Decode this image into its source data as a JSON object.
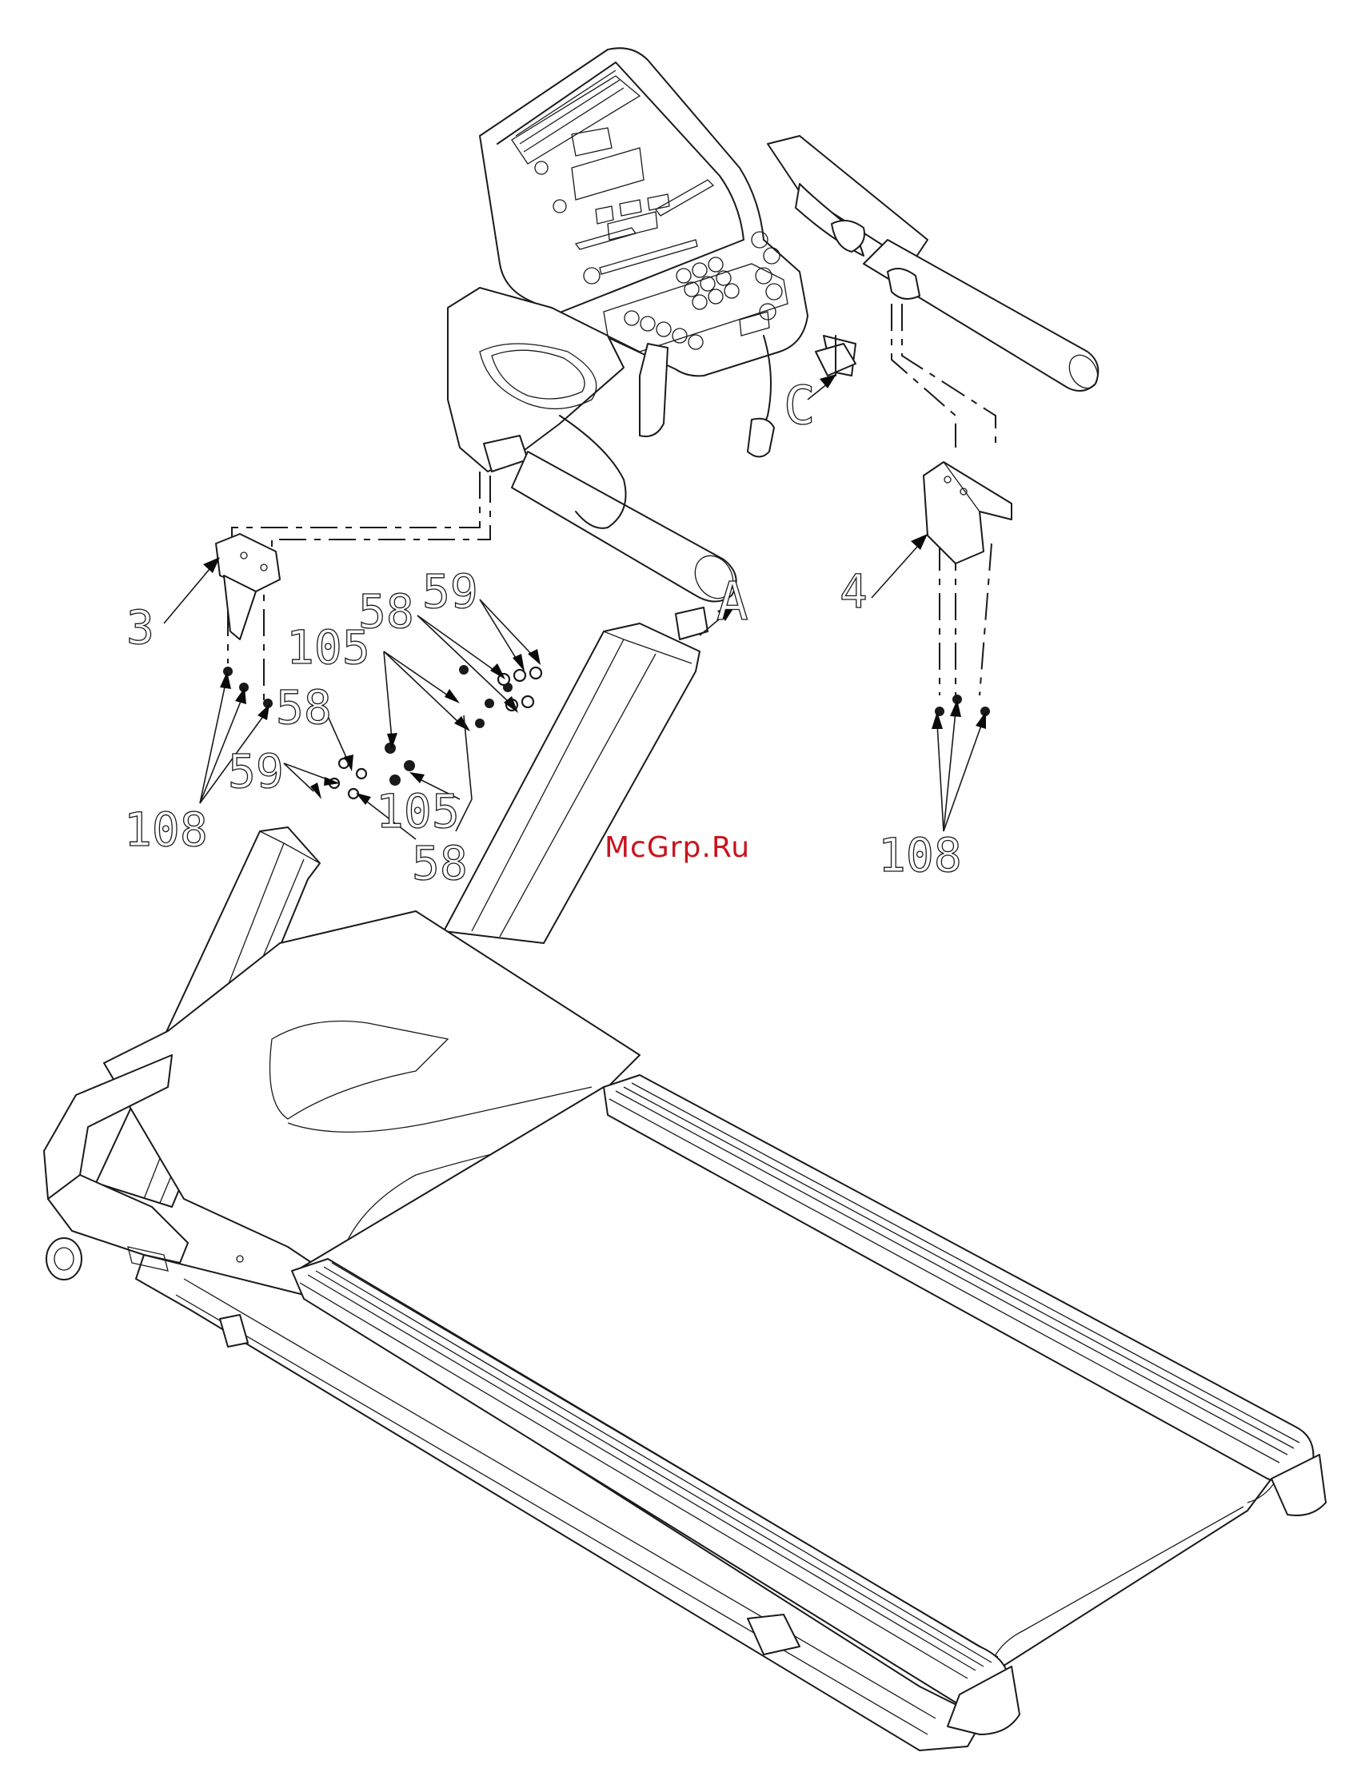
{
  "diagram": {
    "subject": "treadmill exploded assembly view",
    "part_labels": [
      "3",
      "4",
      "58",
      "58",
      "58",
      "59",
      "59",
      "105",
      "105",
      "108",
      "108"
    ],
    "view_labels": [
      "A",
      "C"
    ],
    "colors": {
      "lines": "#1a1a1a",
      "watermark": "#c8141e",
      "background": "#ffffff"
    }
  },
  "watermark": {
    "text": "McGrp.Ru"
  },
  "labels": {
    "p3": "3",
    "p4": "4",
    "p58a": "58",
    "p58b": "58",
    "p58c": "58",
    "p59a": "59",
    "p59b": "59",
    "p105a": "105",
    "p105b": "105",
    "p108a": "108",
    "p108b": "108",
    "viewA": "A",
    "viewC": "C"
  }
}
